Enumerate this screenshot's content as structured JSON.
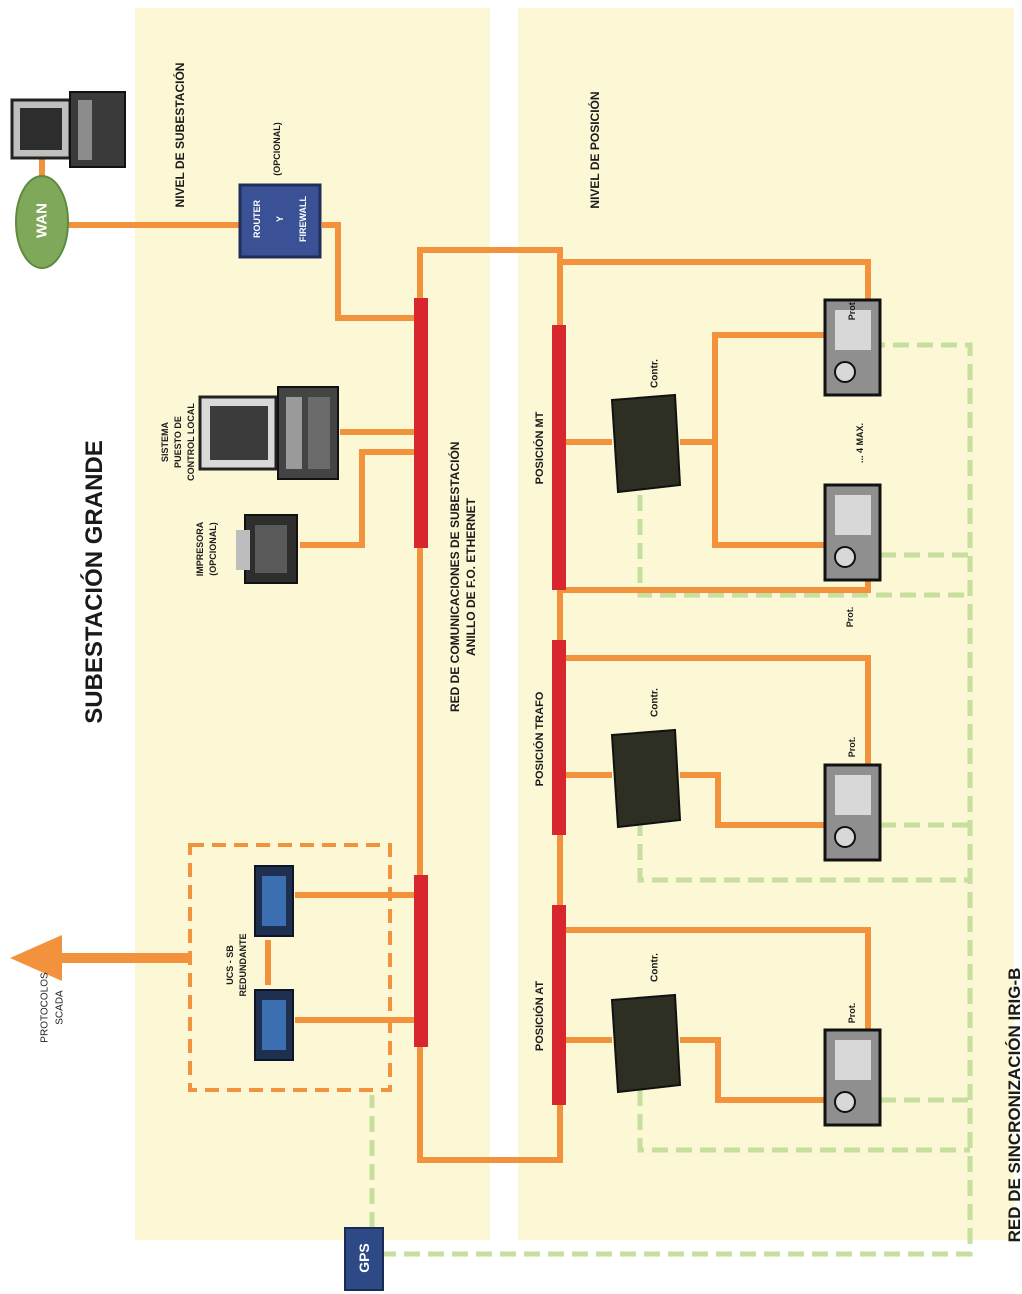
{
  "colors": {
    "panel": "#fcf7d4",
    "link": "#f2923c",
    "bus_highlight": "#d8262e",
    "sync": "#c6df9e",
    "device_blue": "#3a5295",
    "wan": "#7fa85b"
  },
  "titles": {
    "main": "SUBESTACIÓN GRANDE",
    "substation_level": "NIVEL DE SUBESTACIÓN",
    "position_level": "NIVEL DE POSICIÓN",
    "sync_network": "RED DE SINCRONIZACIÓN IRIG-B"
  },
  "bus": {
    "line1": "RED DE COMUNICACIONES DE SUBESTACIÓN",
    "line2": "ANILLO DE F.O. ETHERNET"
  },
  "devices": {
    "wan": "WAN",
    "gps": "GPS",
    "router_lines": [
      "ROUTER",
      "Y",
      "FIREWALL"
    ],
    "router_optional": "(OPCIONAL)",
    "hmi_lines": [
      "SISTEMA",
      "PUESTO DE",
      "CONTROL LOCAL"
    ],
    "printer_lines": [
      "IMPRESORA",
      "(OPCIONAL)"
    ],
    "gateway_lines": [
      "UCS - SB",
      "REDUNDANTE"
    ],
    "scada_lines": [
      "PROTOCOLOS",
      "SCADA"
    ]
  },
  "positions": [
    {
      "name": "POSICIÓN MT",
      "controller": "Contr.",
      "protections": [
        "Prot.",
        "Prot."
      ],
      "range_label": "... 4 MAX."
    },
    {
      "name": "POSICIÓN TRAFO",
      "controller": "Contr.",
      "protections": [
        "Prot."
      ]
    },
    {
      "name": "POSICIÓN AT",
      "controller": "Contr.",
      "protections": [
        "Prot."
      ]
    }
  ]
}
